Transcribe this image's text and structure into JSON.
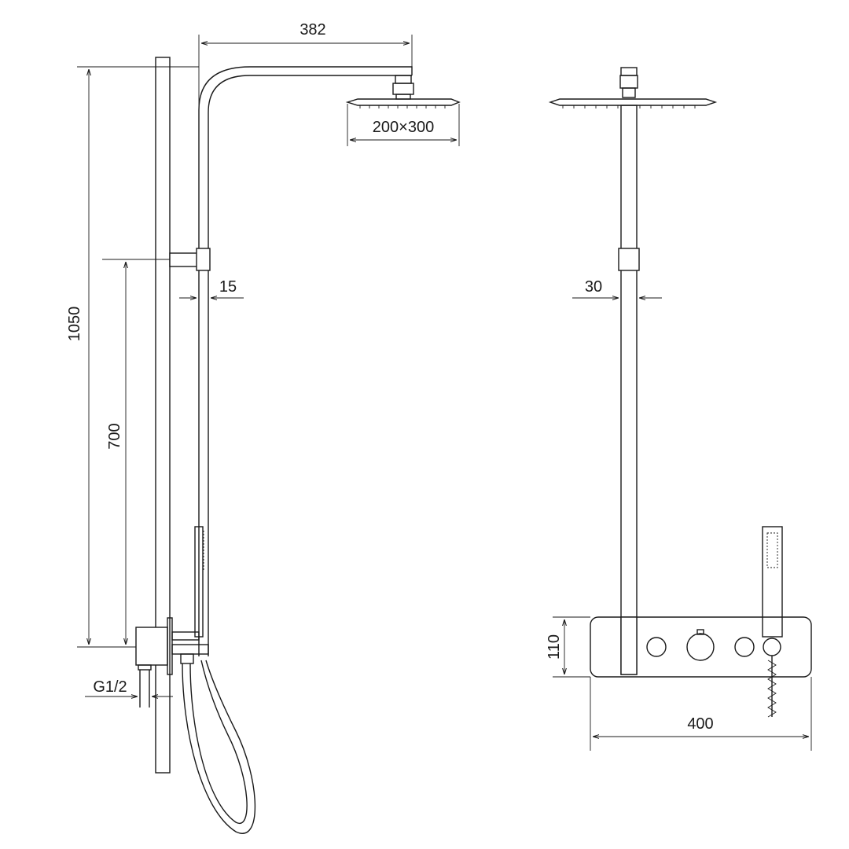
{
  "dimensions": {
    "arm_reach": "382",
    "head_size": "200×300",
    "total_height": "1050",
    "mixer_height": "700",
    "wall_offset": "15",
    "rail_width": "30",
    "thread": "G1/2",
    "panel_height": "110",
    "panel_width": "400"
  },
  "colors": {
    "line": "#1a1a1a",
    "background": "#ffffff"
  }
}
